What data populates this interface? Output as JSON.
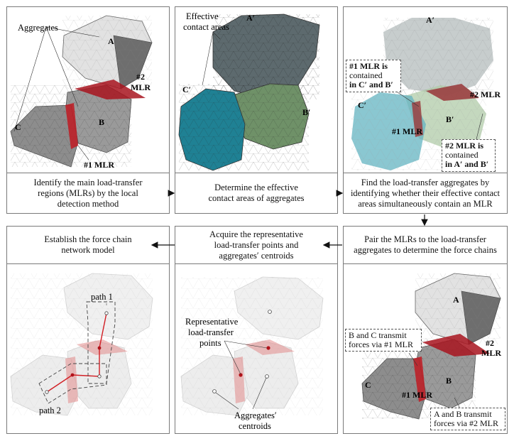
{
  "captions": {
    "p1": [
      "Identify the main load-transfer",
      "regions (MLRs) by the local",
      "detection method"
    ],
    "p2": [
      "Determine the effective",
      "contact areas of aggregates"
    ],
    "p3": [
      "Find the load-transfer aggregates by",
      "identifying whether their effective contact",
      "areas simultaneously contain an MLR"
    ],
    "p4": [
      "Pair the MLRs to the load-transfer",
      "aggregates to determine the force chains"
    ],
    "p5": [
      "Acquire the representative",
      "load-transfer points and",
      "aggregates′ centroids"
    ],
    "p6": [
      "Establish the force chain",
      "network model"
    ]
  },
  "panel1": {
    "aggregates": "Aggregates",
    "A": "A",
    "B": "B",
    "C": "C",
    "mlr2_a": "#2",
    "mlr2_b": "MLR",
    "mlr1": "#1 MLR"
  },
  "panel2": {
    "effective_a": "Effective",
    "effective_b": "contact areas",
    "A": "A′",
    "B": "B′",
    "C": "C′"
  },
  "panel3": {
    "A": "A′",
    "B": "B′",
    "C": "C′",
    "mlr2": "#2 MLR",
    "mlr1": "#1 MLR",
    "box1": [
      "#1 MLR is",
      "contained",
      "in C′ and B′"
    ],
    "box2": [
      "#2 MLR is",
      "contained",
      "in A′ and B′"
    ]
  },
  "panel4": {
    "A": "A",
    "B": "B",
    "C": "C",
    "mlr2_a": "#2",
    "mlr2_b": "MLR",
    "mlr1": "#1 MLR",
    "box1": [
      "B and C transmit",
      "forces via #1 MLR"
    ],
    "box2": [
      "A and B transmit",
      "forces via #2 MLR"
    ]
  },
  "panel5": {
    "rep_a": "Representative",
    "rep_b": "load-transfer",
    "rep_c": "points",
    "cen_a": "Aggregates′",
    "cen_b": "centroids"
  },
  "panel6": {
    "path1": "path 1",
    "path2": "path 2"
  },
  "colors": {
    "border": "#7a7a7a",
    "mlr_red": "#a8141e",
    "grey_agg": "#9a9a9a",
    "teal": "#2e8796",
    "green": "#7a9a72",
    "slate": "#5d6a6e"
  }
}
